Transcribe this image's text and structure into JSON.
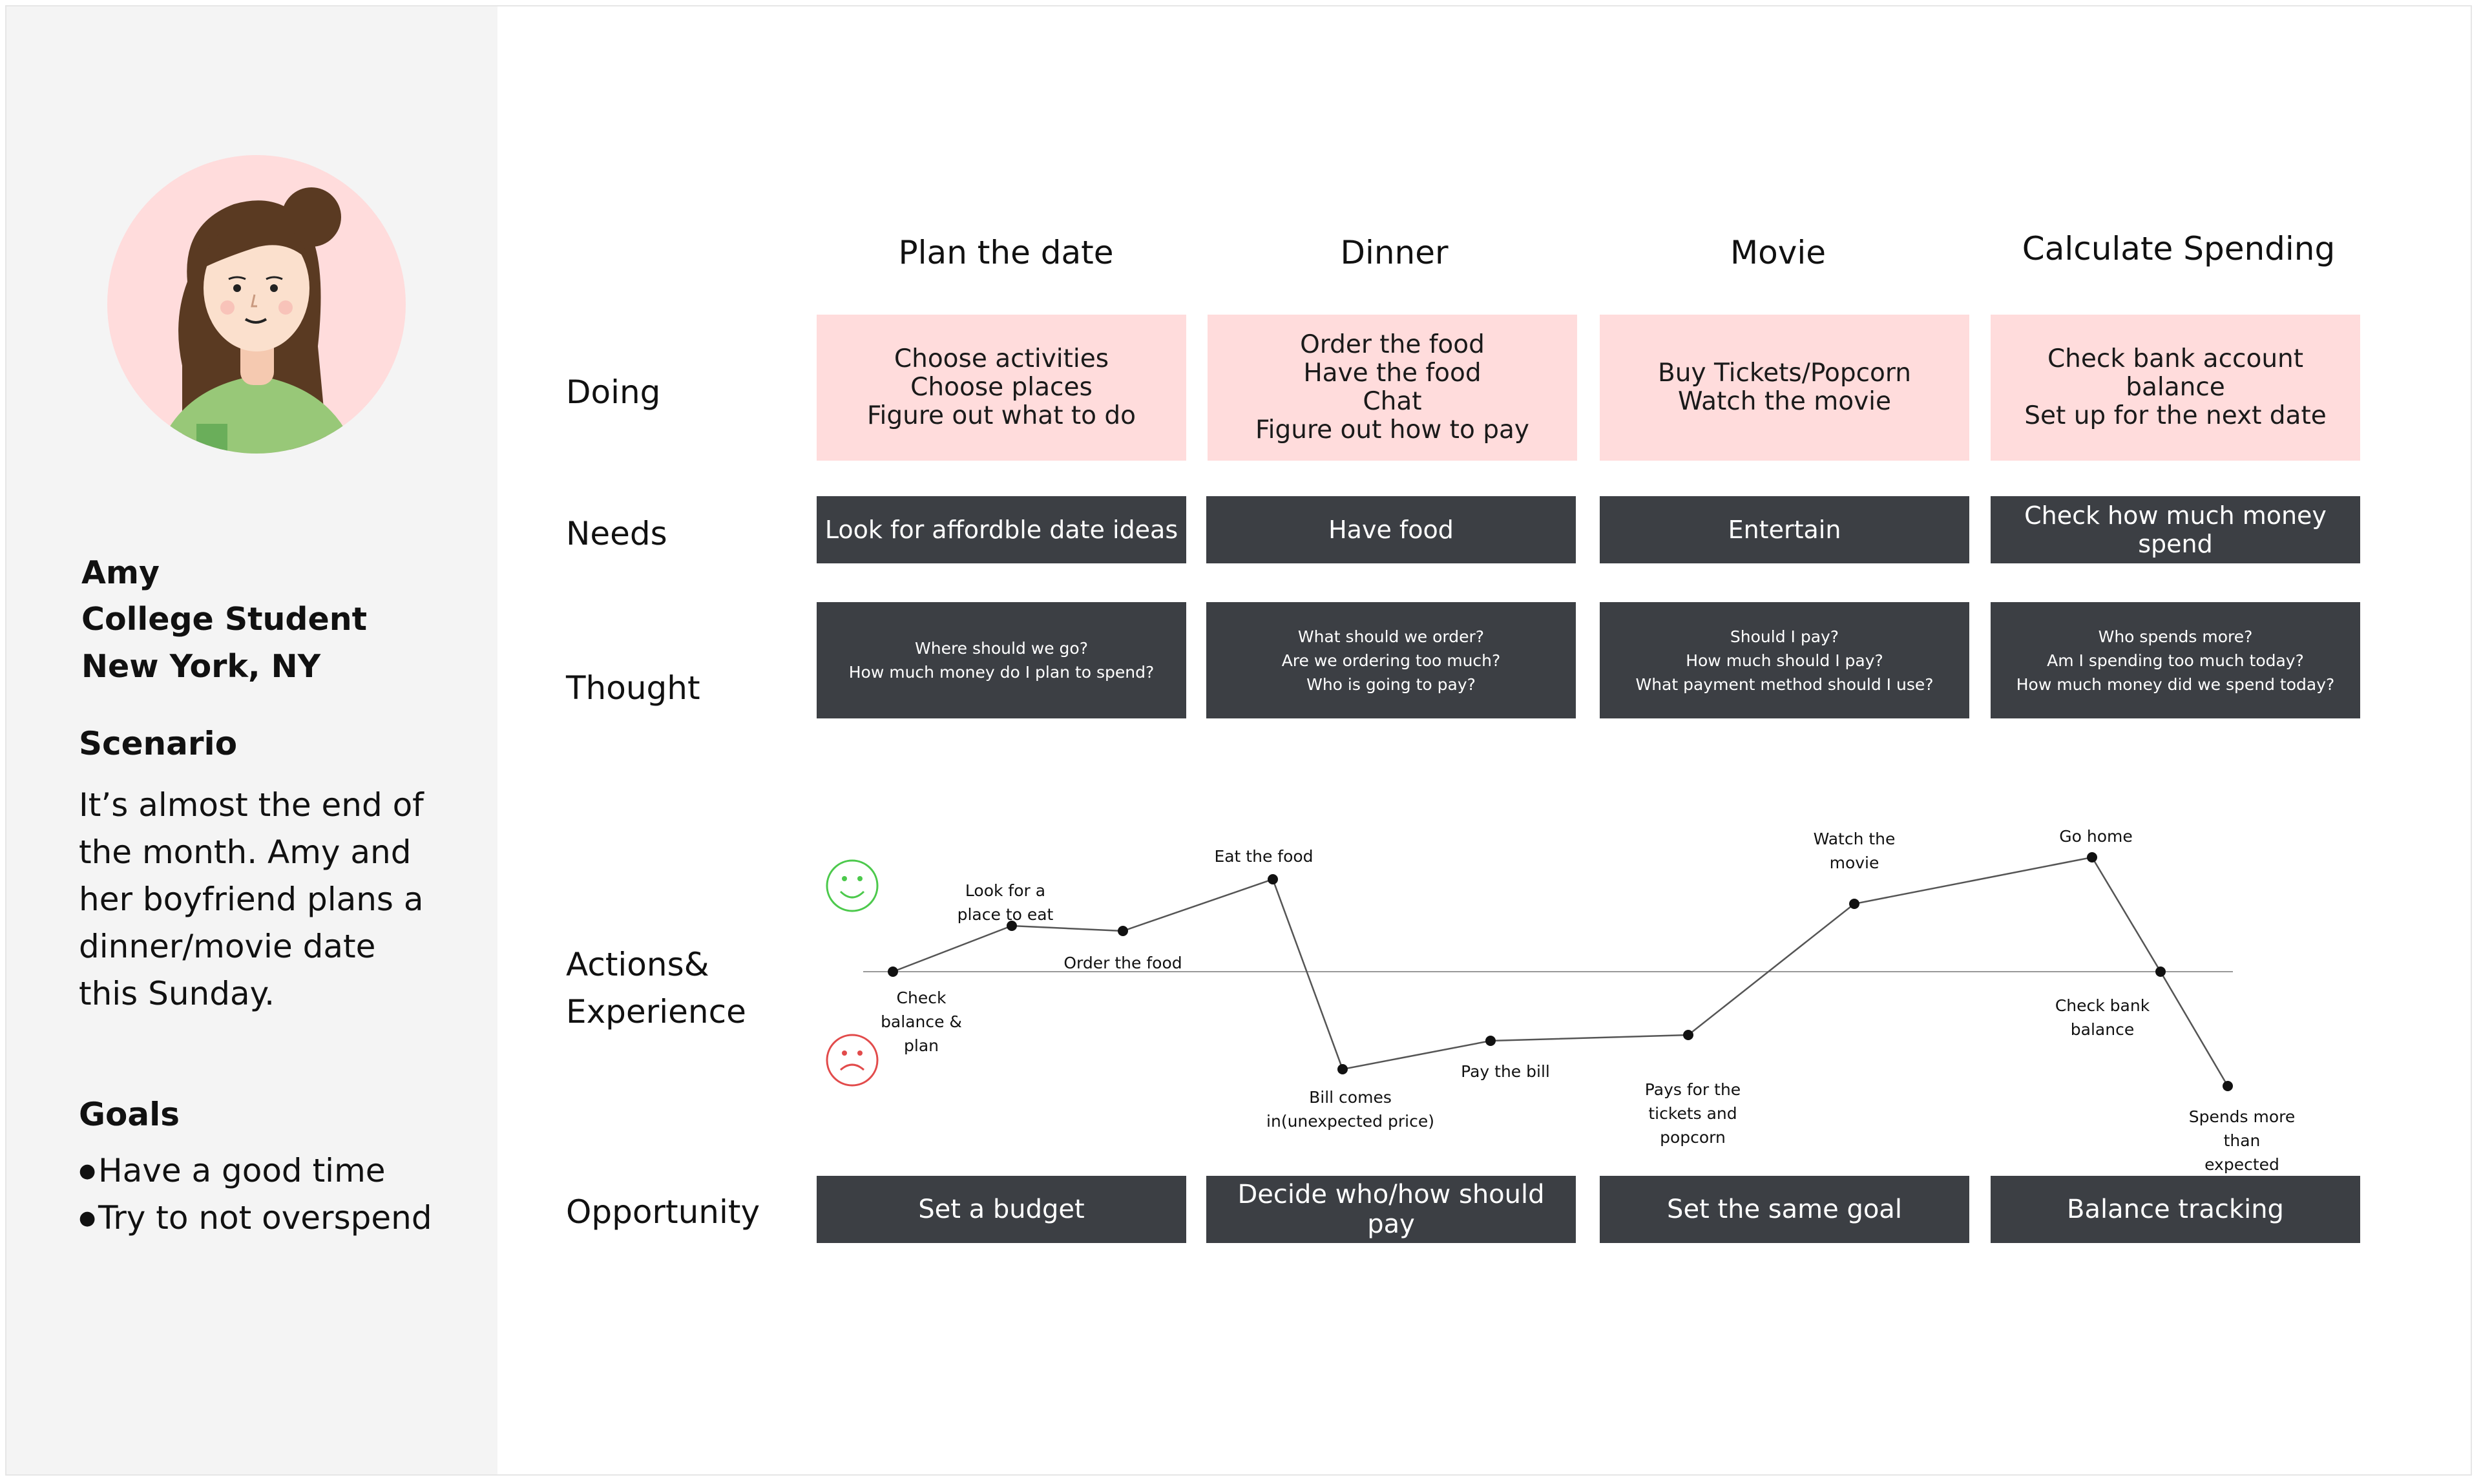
{
  "persona": {
    "name": "Amy",
    "role": "College Student",
    "location": "New York, NY",
    "scenario_title": "Scenario",
    "scenario_text": "It’s almost the end of the month. Amy and her boyfriend plans a dinner/movie date this Sunday.",
    "goals_title": "Goals",
    "goals": [
      "Have a good time",
      "Try to not overspend"
    ]
  },
  "phases": [
    "Plan the date",
    "Dinner",
    "Movie",
    "Calculate Spending"
  ],
  "rows": {
    "doing": "Doing",
    "needs": "Needs",
    "thought": "Thought",
    "actions": "Actions&\nExperience",
    "opportunity": "Opportunity"
  },
  "doing": [
    "Choose activities\nChoose places\nFigure out what to do",
    "Order the food\nHave the food\nChat\nFigure out how to pay",
    "Buy Tickets/Popcorn\nWatch the movie",
    "Check bank account balance\nSet up for the next date"
  ],
  "needs": [
    "Look for affordble date ideas",
    "Have food",
    "Entertain",
    "Check how much money spend"
  ],
  "thoughts": [
    "Where should we go?\nHow much money do I plan to spend?",
    "What should we order?\nAre we ordering too much?\nWho is going to pay?",
    "Should I pay?\nHow much should I pay?\nWhat payment method should I use?",
    "Who spends more?\nAm I spending too much today?\nHow much money did we spend today?"
  ],
  "opportunities": [
    "Set a budget",
    "Decide who/how should pay",
    "Set the same goal",
    "Balance tracking"
  ],
  "journey": {
    "icons": [
      "happy-face",
      "sad-face"
    ],
    "colors": {
      "happy": "#4cc94c",
      "sad": "#e24b4b",
      "line": "#555555"
    },
    "points": [
      {
        "label": "Check\nbalance &\nplan",
        "level": 0.0
      },
      {
        "label": "Look for a\nplace to eat",
        "level": 0.71
      },
      {
        "label": "Order the food",
        "level": 0.63
      },
      {
        "label": "Eat the food",
        "level": 1.43
      },
      {
        "label": "Bill comes\nin(unexpected price)",
        "level": -1.51
      },
      {
        "label": "Pay the bill",
        "level": -1.07
      },
      {
        "label": "Pays for the\ntickets and\npopcorn",
        "level": -0.98
      },
      {
        "label": "Watch the\nmovie",
        "level": 1.05
      },
      {
        "label": "Go home",
        "level": 1.77
      },
      {
        "label": "Check bank\nbalance",
        "level": 0.0
      },
      {
        "label": "Spends more\nthan\nexpected",
        "level": -1.77
      }
    ]
  }
}
